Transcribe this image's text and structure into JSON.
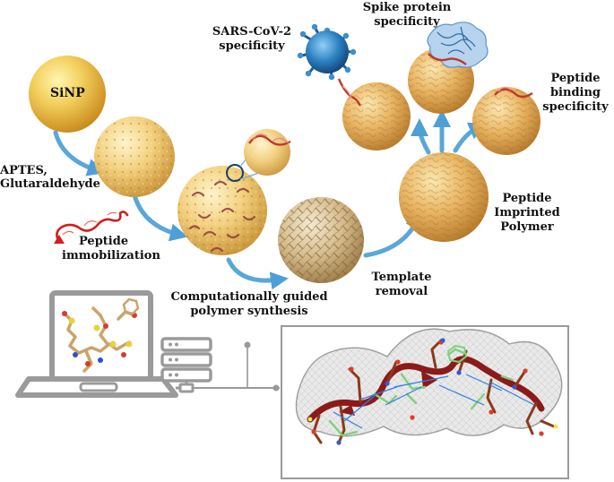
{
  "labels": {
    "sinp": "SiNP",
    "aptes_line1": "APTES,",
    "aptes_line2": "Glutaraldehyde",
    "peptide_line1": "Peptide",
    "peptide_line2": "immobilization",
    "computational_line1": "Computationally guided",
    "computational_line2": "polymer synthesis",
    "template_line1": "Template",
    "template_line2": "removal",
    "pip_line1": "Peptide",
    "pip_line2": "Imprinted",
    "pip_line3": "Polymer",
    "sars_line1": "SARS-CoV-2",
    "sars_line2": "specificity",
    "spike_line1": "Spike protein",
    "spike_line2": "specificity",
    "pbs_line1": "Peptide",
    "pbs_line2": "binding",
    "pbs_line3": "specificity"
  },
  "colors": {
    "arrow": "#5aa7d9",
    "sphere": "#e0a84e",
    "sphere_dark": "#b5782a",
    "virus": "#2a6fa8",
    "spike_protein": "#7fb0dd",
    "peptide": "#c0392b",
    "hardware_gray": "#9a9a9a",
    "peptide_backbone": "#8b1a1a"
  },
  "icons": {
    "computer": "laptop-icon",
    "server": "server-icon",
    "virus": "virus-icon",
    "protein": "protein-icon",
    "peptide_chain": "peptide-chain-icon"
  }
}
